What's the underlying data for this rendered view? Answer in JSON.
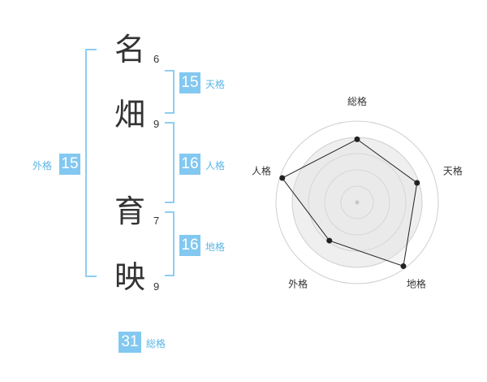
{
  "name": {
    "chars": [
      {
        "char": "名",
        "strokes": "6"
      },
      {
        "char": "畑",
        "strokes": "9"
      },
      {
        "char": "育",
        "strokes": "7"
      },
      {
        "char": "映",
        "strokes": "9"
      }
    ]
  },
  "fortunes": {
    "tenkaku": {
      "label": "天格",
      "value": "15"
    },
    "jinkaku": {
      "label": "人格",
      "value": "16"
    },
    "chikaku": {
      "label": "地格",
      "value": "16"
    },
    "gaikaku": {
      "label": "外格",
      "value": "15"
    },
    "soukaku": {
      "label": "総格",
      "value": "31"
    }
  },
  "colors": {
    "accent": "#82c8f0",
    "bracket": "#8fcdf2",
    "label": "#5bb6e8"
  },
  "chart_data": {
    "type": "radar",
    "axes": [
      "総格",
      "天格",
      "地格",
      "外格",
      "人格"
    ],
    "values": [
      4,
      4,
      5,
      3,
      5
    ],
    "rmax": 5,
    "rings": 4,
    "grid": true
  }
}
